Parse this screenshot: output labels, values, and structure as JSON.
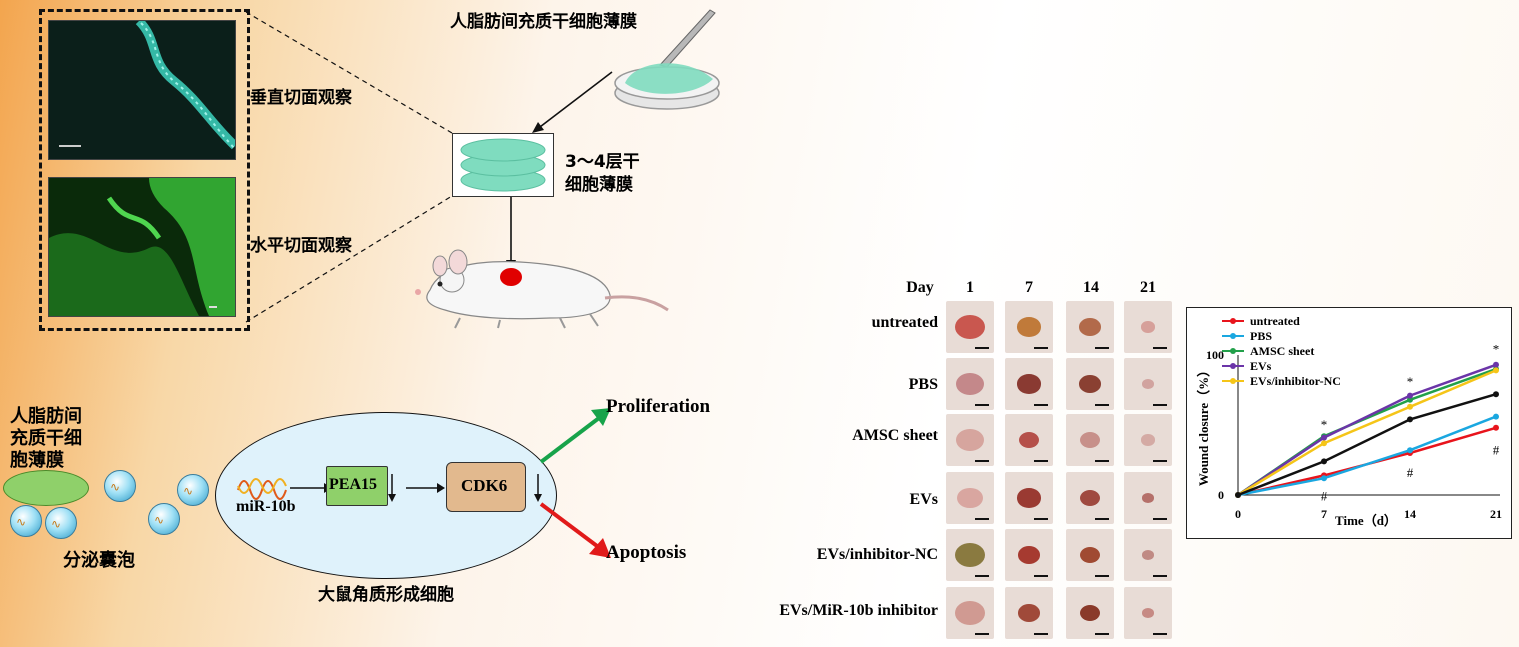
{
  "top_left": {
    "vertical_label": "垂直切面观察",
    "horizontal_label": "水平切面观察",
    "membrane_title": "人脂肪间充质干细胞薄膜",
    "layers_label_1": "3～4层干",
    "layers_label_2": "细胞薄膜"
  },
  "mechanism": {
    "source_1": "人脂肪间",
    "source_2": "充质干细",
    "source_3": "胞薄膜",
    "vesicle_label": "分泌囊泡",
    "mirna": "miR-10b",
    "pea15": "PEA15",
    "cdk6": "CDK6",
    "cell_label": "大鼠角质形成细胞",
    "proliferation": "Proliferation",
    "apoptosis": "Apoptosis"
  },
  "photo_grid": {
    "day_header": "Day",
    "days": [
      "1",
      "7",
      "14",
      "21"
    ],
    "rows": [
      "untreated",
      "PBS",
      "AMSC sheet",
      "EVs",
      "EVs/inhibitor-NC",
      "EVs/MiR-10b inhibitor"
    ]
  },
  "colors": {
    "cell_fill": "#dff2fb",
    "pea15_fill": "#8fd06a",
    "cdk6_fill": "#e2b98e",
    "arrow_up": "#17a34a",
    "arrow_down": "#e11a1a",
    "membrane": "#7fdcbf"
  },
  "chart_data": {
    "type": "line",
    "title": "",
    "xlabel": "Time（d）",
    "ylabel": "Wound closure（%）",
    "x": [
      0,
      7,
      14,
      21
    ],
    "x_ticks": [
      "0",
      "7",
      "14",
      "21"
    ],
    "y_ticks": [
      "0",
      "100"
    ],
    "ylim": [
      0,
      100
    ],
    "legend_position": "top-left",
    "series": [
      {
        "name": "untreated",
        "color": "#e8141c",
        "values": [
          0,
          14,
          30,
          48
        ]
      },
      {
        "name": "PBS",
        "color": "#1aa7e0",
        "values": [
          0,
          12,
          32,
          56
        ]
      },
      {
        "name": "AMSC sheet",
        "color": "#22a04a",
        "values": [
          0,
          42,
          68,
          90
        ]
      },
      {
        "name": "EVs",
        "color": "#6b35a8",
        "values": [
          0,
          41,
          71,
          93
        ]
      },
      {
        "name": "EVs/inhibitor-NC",
        "color": "#f5c518",
        "values": [
          0,
          37,
          63,
          89
        ]
      },
      {
        "name": "",
        "color": "#111111",
        "values": [
          0,
          24,
          54,
          72
        ]
      }
    ],
    "annotations": [
      {
        "text": "*",
        "x": 7,
        "y": 47
      },
      {
        "text": "*",
        "x": 14,
        "y": 78
      },
      {
        "text": "*",
        "x": 21,
        "y": 101
      },
      {
        "text": "#",
        "x": 7,
        "y": -4
      },
      {
        "text": "#",
        "x": 14,
        "y": 13
      },
      {
        "text": "#",
        "x": 21,
        "y": 29
      }
    ]
  }
}
